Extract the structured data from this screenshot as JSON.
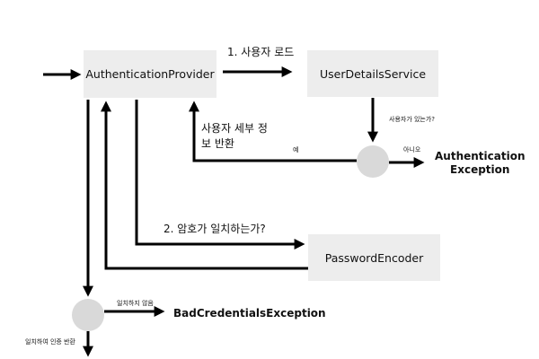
{
  "nodes": {
    "auth_provider": "AuthenticationProvider",
    "user_details_service": "UserDetailsService",
    "password_encoder": "PasswordEncoder"
  },
  "labels": {
    "load_user": "1. 사용자 로드",
    "return_user_details": "사용자 세부 정보 반환",
    "yes": "예",
    "user_exists_question": "사용자가 있는가?",
    "no": "아니오",
    "authentication_exception_line1": "Authentication",
    "authentication_exception_line2": "Exception",
    "password_match_question": "2. 암호가 일치하는가?",
    "mismatch": "일치하지 않음",
    "bad_credentials_exception": "BadCredentialsException",
    "match_return_auth": "일치하여 인증 반환"
  },
  "colors": {
    "box_fill": "#ededed",
    "decision_fill": "#d9d9d9",
    "edge": "#000000"
  }
}
